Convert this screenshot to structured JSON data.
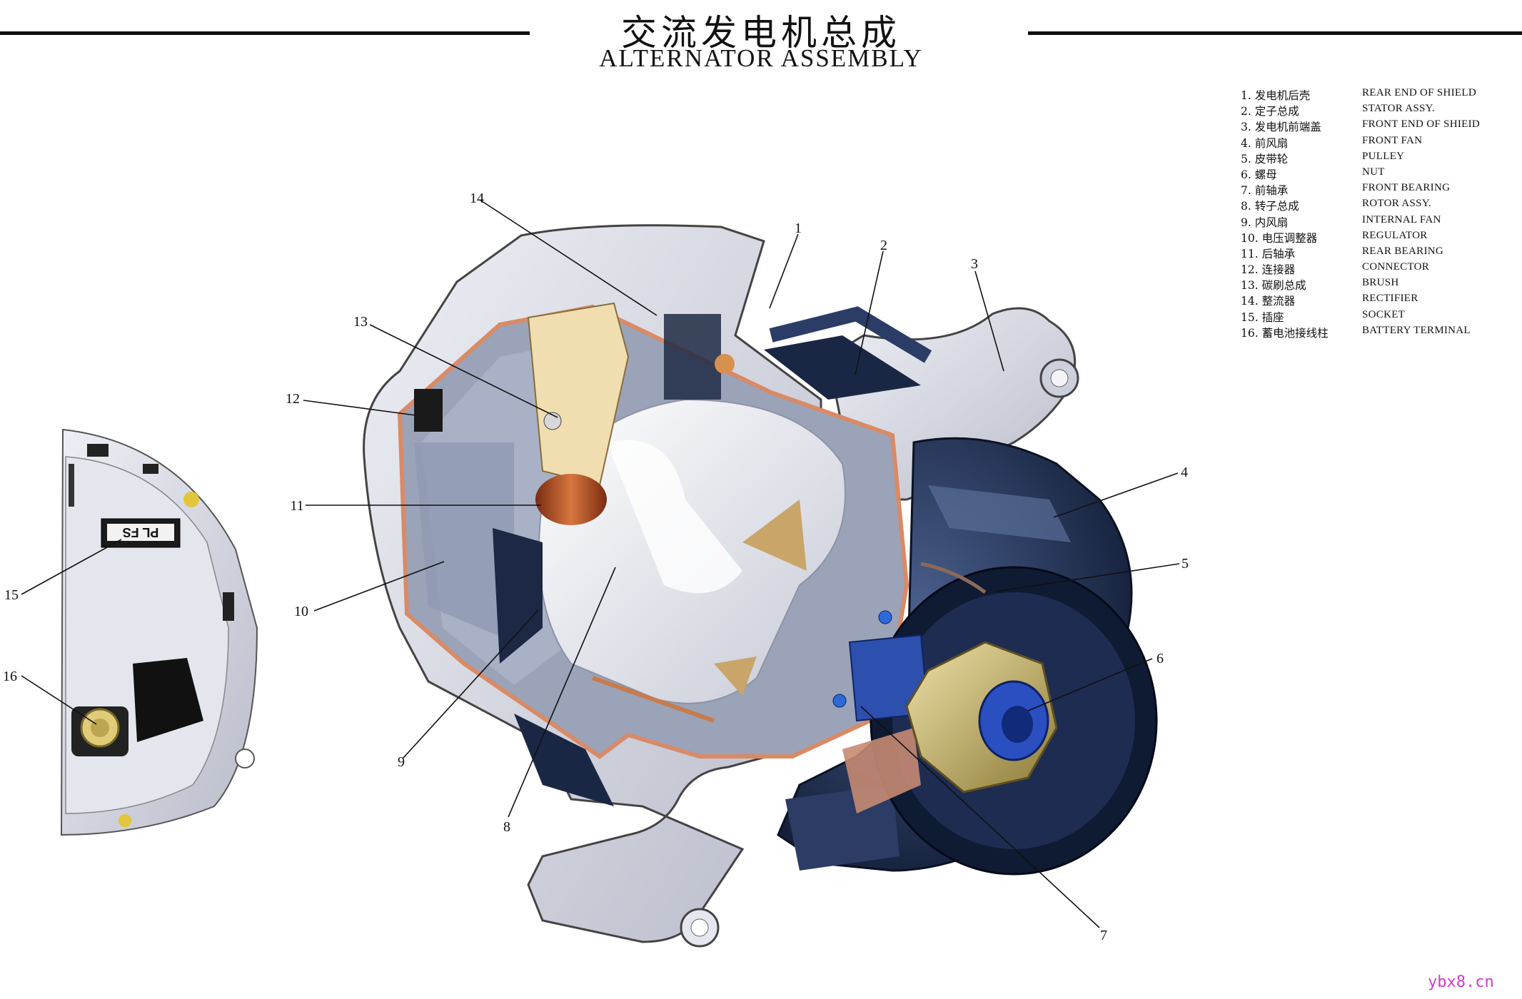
{
  "title_cn": "交流发电机总成",
  "title_en": "ALTERNATOR ASSEMBLY",
  "legend": [
    {
      "cn": "1. 发电机后壳",
      "en": "REAR END OF SHIELD"
    },
    {
      "cn": "2. 定子总成",
      "en": "STATOR ASSY."
    },
    {
      "cn": "3. 发电机前端盖",
      "en": "FRONT END OF SHIEID"
    },
    {
      "cn": "4. 前风扇",
      "en": "FRONT FAN"
    },
    {
      "cn": "5. 皮带轮",
      "en": "PULLEY"
    },
    {
      "cn": "6. 螺母",
      "en": "NUT"
    },
    {
      "cn": "7. 前轴承",
      "en": "FRONT BEARING"
    },
    {
      "cn": "8. 转子总成",
      "en": "ROTOR ASSY."
    },
    {
      "cn": "9. 内风扇",
      "en": "INTERNAL FAN"
    },
    {
      "cn": "10. 电压调整器",
      "en": "REGULATOR"
    },
    {
      "cn": "11. 后轴承",
      "en": "REAR BEARING"
    },
    {
      "cn": "12. 连接器",
      "en": "CONNECTOR"
    },
    {
      "cn": "13. 碳刷总成",
      "en": "BRUSH"
    },
    {
      "cn": "14. 整流器",
      "en": "RECTIFIER"
    },
    {
      "cn": "15. 插座",
      "en": "SOCKET"
    },
    {
      "cn": "16. 蓄电池接线柱",
      "en": "BATTERY TERMINAL"
    }
  ],
  "callouts": [
    "1",
    "2",
    "3",
    "4",
    "5",
    "6",
    "7",
    "8",
    "9",
    "10",
    "11",
    "12",
    "13",
    "14",
    "15",
    "16"
  ],
  "socket_marking": "PL FS",
  "watermark": "ybx8.cn",
  "colors": {
    "housing": "#d9dbe4",
    "cutaway": "#e8a98a",
    "fan": "#1b2a4a",
    "nut": "#c9b56a",
    "shaft": "#2d4fae",
    "bearing": "#b5542c",
    "brush": "#f0deb0"
  }
}
